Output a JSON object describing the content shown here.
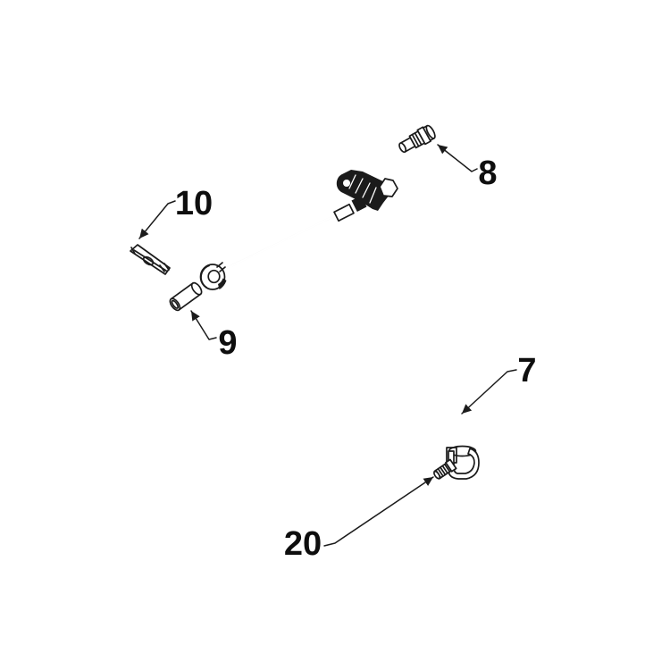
{
  "diagram": {
    "type": "exploded-parts-line-drawing",
    "background_color": "#ffffff",
    "line_color": "#1b1b1b",
    "label_color": "#0e0e0e",
    "callouts": {
      "c7": {
        "text": "7"
      },
      "c8": {
        "text": "8"
      },
      "c9": {
        "text": "9"
      },
      "c10": {
        "text": "10"
      },
      "c20": {
        "text": "20"
      }
    }
  }
}
